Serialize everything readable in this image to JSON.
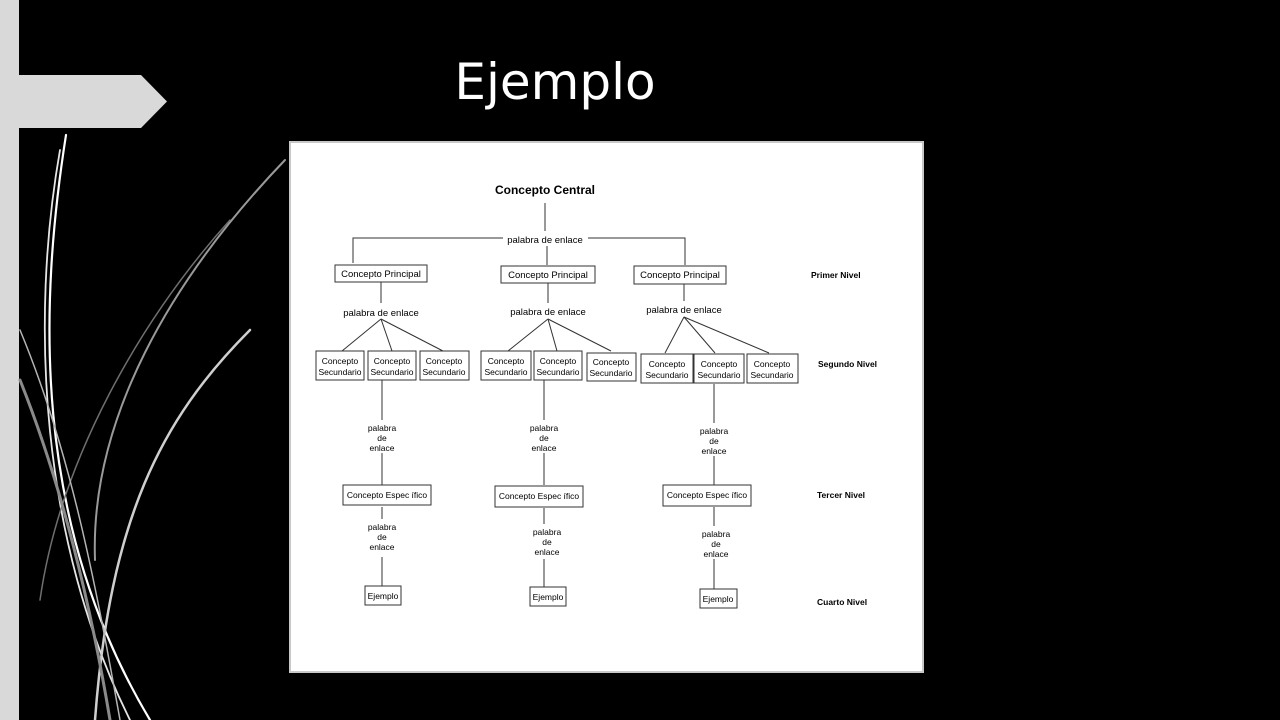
{
  "slide": {
    "title": "Ejemplo"
  },
  "diagram": {
    "central": "Concepto Central",
    "link_top": "palabra de enlace",
    "principal": [
      "Concepto Principal",
      "Concepto Principal",
      "Concepto Principal"
    ],
    "link_level1": [
      "palabra de enlace",
      "palabra de enlace",
      "palabra de enlace"
    ],
    "secondary": {
      "line1": "Concepto",
      "line2": "Secundario"
    },
    "link_short": {
      "line1": "palabra",
      "line2": "de",
      "line3": "enlace"
    },
    "specific": [
      "Concepto Espec ífico",
      "Concepto Espec ífico",
      "Concepto Espec ífico"
    ],
    "example": [
      "Ejemplo",
      "Ejemplo",
      "Ejemplo"
    ],
    "levels": [
      "Primer Nivel",
      "Segundo Nivel",
      "Tercer Nivel",
      "Cuarto Nivel"
    ]
  },
  "colors": {
    "background": "#000000",
    "strip": "#d9d9d9",
    "diagram_bg": "#ffffff"
  }
}
